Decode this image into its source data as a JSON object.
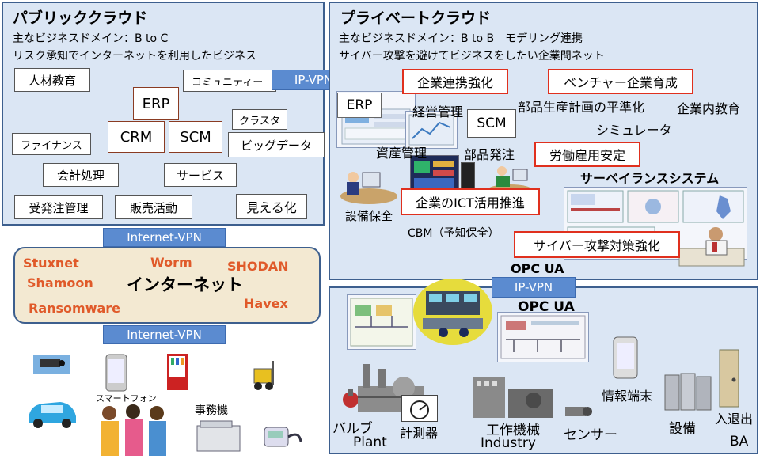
{
  "public_cloud": {
    "title": "パブリッククラウド",
    "line1": "主なビジネスドメイン：B to C",
    "line2": "リスク承知でインターネットを利用したビジネス",
    "boxes": {
      "jinzai": "人材教育",
      "community": "コミュニティー",
      "erp": "ERP",
      "crm": "CRM",
      "scm": "SCM",
      "cluster": "クラスタ",
      "finance": "ファイナンス",
      "bigdata": "ビッグデータ",
      "kaikei": "会計処理",
      "service": "サービス",
      "juhatchu": "受発注管理",
      "hanbai": "販売活動",
      "mieruka": "見える化"
    }
  },
  "ip_vpn_top": "IP-VPN",
  "private_cloud": {
    "title": "プライベートクラウド",
    "line1": "主なビジネスドメイン：B to B　モデリング連携",
    "line2": "サイバー攻撃を避けてビジネスをしたい企業間ネット",
    "red": {
      "renkei": "企業連携強化",
      "venture": "ベンチャー企業育成",
      "roudou": "労働雇用安定",
      "ict": "企業のICT活用推進",
      "cyber": "サイバー攻撃対策強化"
    },
    "erp": "ERP",
    "scm": "SCM",
    "labels": {
      "keiei": "経営管理",
      "buhin_keikaku": "部品生産計画の平準化",
      "kigyonai": "企業内教育",
      "simulator": "シミュレータ",
      "shisan": "資産管理",
      "buhin_hatchu": "部品発注",
      "surveillance": "サーベイランスシステム",
      "setsubi_hozen": "設備保全",
      "cbm": "CBM（予知保全）",
      "opcua": "OPC UA"
    }
  },
  "internet_vpn_top": "Internet-VPN",
  "internet": {
    "label": "インターネット",
    "threats": {
      "stuxnet": "Stuxnet",
      "worm": "Worm",
      "shodan": "SHODAN",
      "shamoon": "Shamoon",
      "ransomware": "Ransomware",
      "havex": "Havex"
    }
  },
  "internet_vpn_bottom": "Internet-VPN",
  "ip_vpn_bottom": "IP-VPN",
  "industrial": {
    "opcua": "OPC UA",
    "valve": "バルブ",
    "plant": "Plant",
    "keisokuki": "計測器",
    "kosakukikai": "工作機械",
    "industry": "Industry",
    "sensor": "センサー",
    "joho_tanmatsu": "情報端末",
    "setsubi": "設備",
    "nyutaishutsu": "入退出",
    "ba": "BA"
  },
  "devices": {
    "smartphone": "スマートフォン",
    "jimuki": "事務機"
  },
  "colors": {
    "panel_fill": "#dbe6f4",
    "panel_border": "#3d5f8e",
    "vpn_pill": "#5b8bd0",
    "red_box": "#e0301e",
    "threat_text": "#e05a2a",
    "internet_fill": "#f3e9d2"
  }
}
